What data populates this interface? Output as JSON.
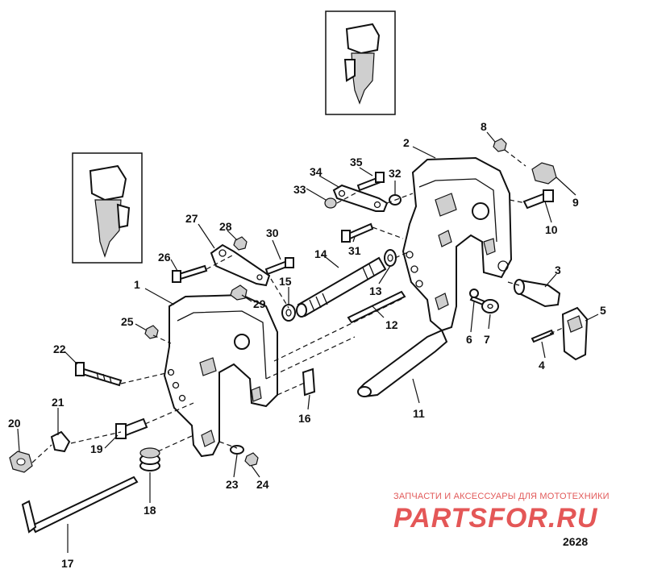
{
  "diagram": {
    "id_label": "2628",
    "callouts": [
      {
        "n": "1"
      },
      {
        "n": "2"
      },
      {
        "n": "3"
      },
      {
        "n": "4"
      },
      {
        "n": "5"
      },
      {
        "n": "6"
      },
      {
        "n": "7"
      },
      {
        "n": "8"
      },
      {
        "n": "9"
      },
      {
        "n": "10"
      },
      {
        "n": "11"
      },
      {
        "n": "12"
      },
      {
        "n": "13"
      },
      {
        "n": "14"
      },
      {
        "n": "15"
      },
      {
        "n": "16"
      },
      {
        "n": "17"
      },
      {
        "n": "18"
      },
      {
        "n": "19"
      },
      {
        "n": "20"
      },
      {
        "n": "21"
      },
      {
        "n": "22"
      },
      {
        "n": "23"
      },
      {
        "n": "24"
      },
      {
        "n": "25"
      },
      {
        "n": "26"
      },
      {
        "n": "27"
      },
      {
        "n": "28"
      },
      {
        "n": "29"
      },
      {
        "n": "30"
      },
      {
        "n": "31"
      },
      {
        "n": "32"
      },
      {
        "n": "33"
      },
      {
        "n": "34"
      },
      {
        "n": "35"
      }
    ]
  },
  "watermark": {
    "tagline": "ЗАПЧАСТИ И АКСЕССУАРЫ ДЛЯ МОТОТЕХНИКИ",
    "brand": "PARTSFOR.RU"
  }
}
